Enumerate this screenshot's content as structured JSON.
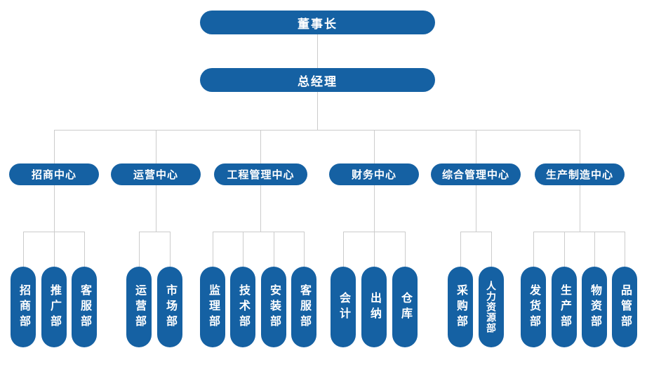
{
  "colors": {
    "node": "#1561A3",
    "line": "#CCCCCC",
    "text": "#FFFFFF"
  },
  "root": {
    "label": "董事长"
  },
  "gm": {
    "label": "总经理"
  },
  "centers": [
    {
      "label": "招商中心",
      "children": [
        "招商部",
        "推广部",
        "客服部"
      ]
    },
    {
      "label": "运营中心",
      "children": [
        "运营部",
        "市场部"
      ]
    },
    {
      "label": "工程管理中心",
      "children": [
        "监理部",
        "技术部",
        "安装部",
        "客服部"
      ]
    },
    {
      "label": "财务中心",
      "children": [
        "会计",
        "出纳",
        "仓库"
      ]
    },
    {
      "label": "综合管理中心",
      "children": [
        "采购部",
        "人力资源部"
      ]
    },
    {
      "label": "生产制造中心",
      "children": [
        "发货部",
        "生产部",
        "物资部",
        "品管部"
      ]
    }
  ]
}
